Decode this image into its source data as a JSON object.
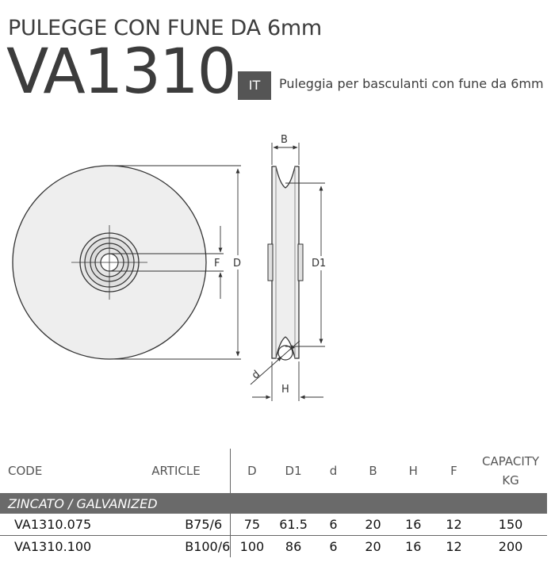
{
  "header": {
    "subtitle": "PULEGGE CON FUNE DA 6mm",
    "code": "VA1310",
    "lang_badge": "IT",
    "description": "Puleggia per basculanti con fune da 6mm"
  },
  "drawing": {
    "labels": {
      "D": "D",
      "F": "F",
      "B": "B",
      "D1": "D1",
      "d": "d",
      "H": "H"
    }
  },
  "table": {
    "headers": {
      "code": "CODE",
      "article": "ARTICLE",
      "D": "D",
      "D1": "D1",
      "d": "d",
      "B": "B",
      "H": "H",
      "F": "F",
      "capacity_line1": "CAPACITY",
      "capacity_line2": "KG"
    },
    "group_label": "ZINCATO / GALVANIZED",
    "rows": [
      {
        "code": "VA1310.075",
        "article": "B75/6",
        "D": "75",
        "D1": "61.5",
        "d": "6",
        "B": "20",
        "H": "16",
        "F": "12",
        "capacity": "150"
      },
      {
        "code": "VA1310.100",
        "article": "B100/6",
        "D": "100",
        "D1": "86",
        "d": "6",
        "B": "20",
        "H": "16",
        "F": "12",
        "capacity": "200"
      }
    ]
  },
  "colors": {
    "badge_bg": "#555555",
    "group_bg": "#6a6a6a",
    "wheel_fill": "#eeeeee"
  }
}
